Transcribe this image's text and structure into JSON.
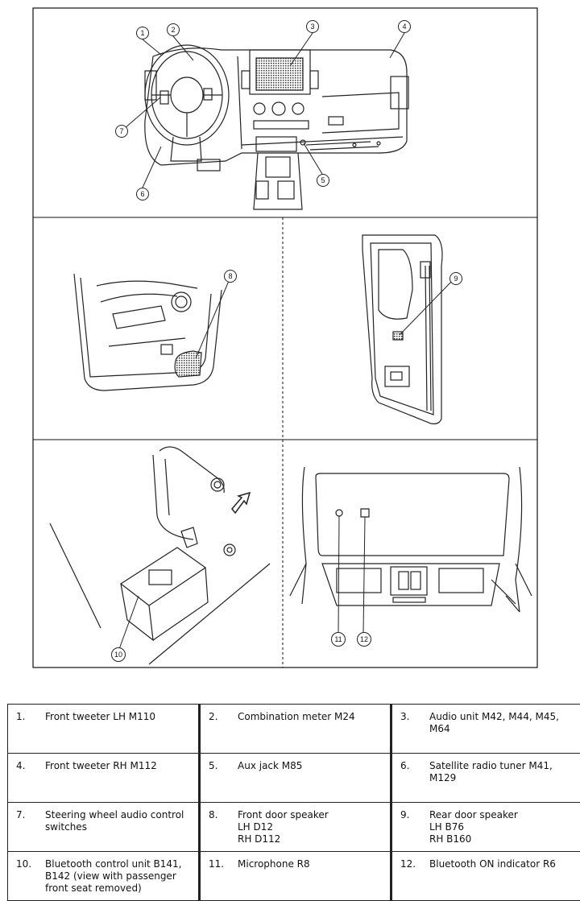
{
  "callouts": [
    "1",
    "2",
    "3",
    "4",
    "5",
    "6",
    "7",
    "8",
    "9",
    "10",
    "11",
    "12"
  ],
  "legend": [
    {
      "num": "1.",
      "text": "Front tweeter LH M110"
    },
    {
      "num": "2.",
      "text": "Combination meter M24"
    },
    {
      "num": "3.",
      "text": "Audio unit M42, M44, M45, M64"
    },
    {
      "num": "4.",
      "text": "Front tweeter RH M112"
    },
    {
      "num": "5.",
      "text": "Aux jack M85"
    },
    {
      "num": "6.",
      "text": "Satellite radio tuner M41, M129"
    },
    {
      "num": "7.",
      "text": "Steering wheel audio control switches"
    },
    {
      "num": "8.",
      "text": "Front door speaker\nLH D12\nRH D112"
    },
    {
      "num": "9.",
      "text": "Rear door speaker\nLH B76\nRH B160"
    },
    {
      "num": "10.",
      "text": "Bluetooth control unit B141, B142 (view with passenger front seat removed)"
    },
    {
      "num": "11.",
      "text": "Microphone R8"
    },
    {
      "num": "12.",
      "text": "Bluetooth ON indicator R6"
    }
  ]
}
